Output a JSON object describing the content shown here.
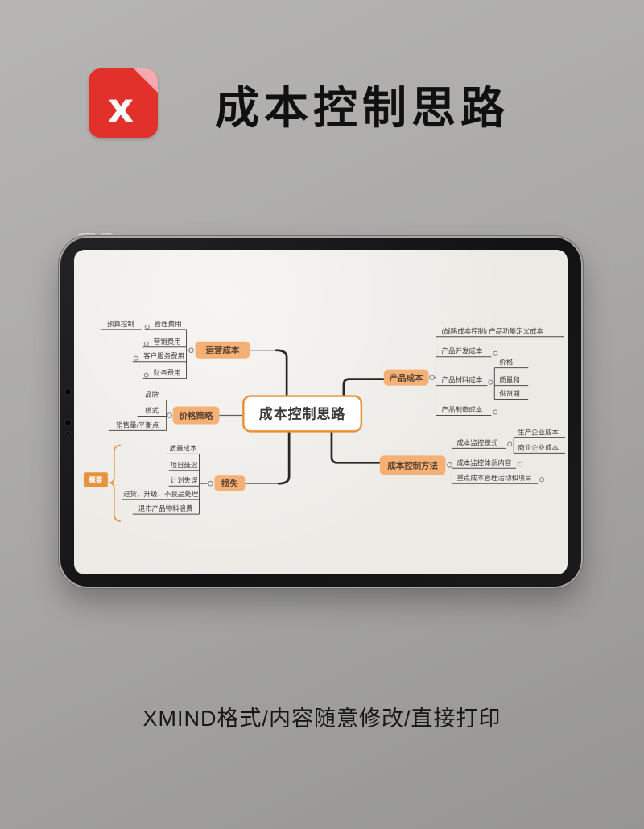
{
  "header": {
    "title": "成本控制思路",
    "logo_letter": "x"
  },
  "footer": {
    "caption": "XMIND格式/内容随意修改/直接打印"
  },
  "mindmap": {
    "root_label": "成本控制思路",
    "summary_label": "概要",
    "colors": {
      "node_fill": "#f5b175",
      "summary_fill": "#e8913f",
      "root_border": "#e8923a",
      "root_fill": "#ffffff"
    },
    "left": {
      "operating": {
        "label": "运营成本",
        "budget": "预算控制",
        "admin": "管理费用",
        "marketing": "营销费用",
        "customer_service": "客户服务费用",
        "finance": "财务费用"
      },
      "pricing": {
        "label": "价格策略",
        "brand": "品牌",
        "model": "模式",
        "sales": "销售量/平衡点"
      },
      "loss": {
        "label": "损失",
        "quality": "质量成本",
        "delay": "项目延迟",
        "mistake": "计划失误",
        "returns": "退货、升级、不良品处理",
        "waste": "退市产品物料浪费"
      }
    },
    "right": {
      "product_cost": {
        "label": "产品成本",
        "strategic": "(战略成本控制) 产品功能定义成本",
        "develop": "产品开发成本",
        "material": "产品材料成本",
        "price": "价格",
        "quality_and": "质量和",
        "supply": "供货期",
        "manufacture": "产品制造成本"
      },
      "control_method": {
        "label": "成本控制方法",
        "mode": "成本监控模式",
        "production": "生产企业成本",
        "business": "商业企业成本",
        "system": "成本监控体系内容",
        "key": "重点成本管理活动和项目"
      }
    }
  }
}
